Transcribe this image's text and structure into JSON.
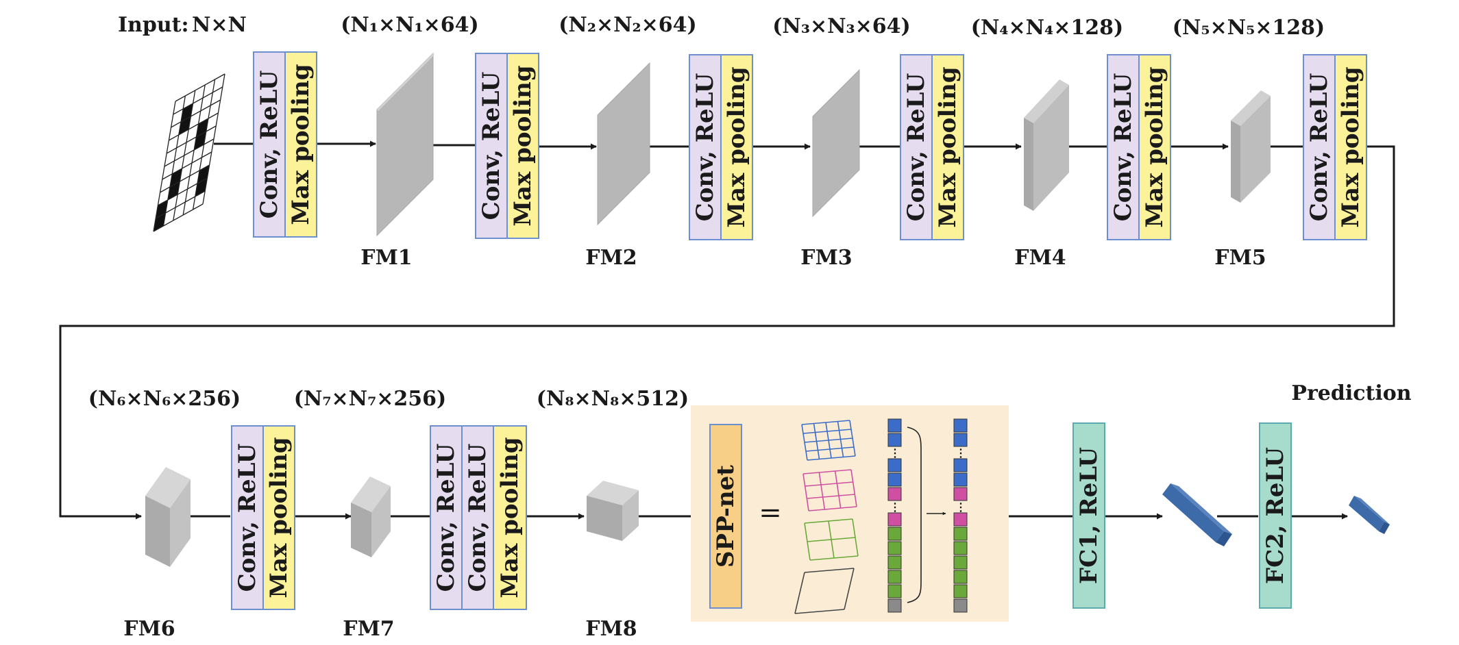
{
  "input": {
    "prefix": "Input:",
    "size": "N×N"
  },
  "layers": {
    "conv": "Conv, ReLU",
    "pool": "Max pooling",
    "spp": "SPP-net",
    "fc1": "FC1, ReLU",
    "fc2": "FC2, ReLU",
    "equals": "=",
    "ellipsis": "⋮"
  },
  "feature_maps": [
    {
      "name": "FM1",
      "dims": "(N₁×N₁×64)"
    },
    {
      "name": "FM2",
      "dims": "(N₂×N₂×64)"
    },
    {
      "name": "FM3",
      "dims": "(N₃×N₃×64)"
    },
    {
      "name": "FM4",
      "dims": "(N₄×N₄×128)"
    },
    {
      "name": "FM5",
      "dims": "(N₅×N₅×128)"
    },
    {
      "name": "FM6",
      "dims": "(N₆×N₆×256)"
    },
    {
      "name": "FM7",
      "dims": "(N₇×N₇×256)"
    },
    {
      "name": "FM8",
      "dims": "(N₈×N₈×512)"
    }
  ],
  "output": {
    "label": "Prediction"
  },
  "colors": {
    "conv": "#e6dcef",
    "pool": "#fbf299",
    "block_border": "#6e8fcf",
    "spp_bg": "#fbedd5",
    "spp_block": "#f7cf86",
    "fc": "#a7dccd",
    "fc_border": "#5aaab0",
    "feature_map": "#b7b7b7",
    "vec_blue": "#3b6cc7",
    "vec_pink": "#cf4fa2",
    "vec_green": "#6aa83a",
    "vec_gray": "#8a8a8a",
    "output_vec": "#3d6aa8"
  }
}
